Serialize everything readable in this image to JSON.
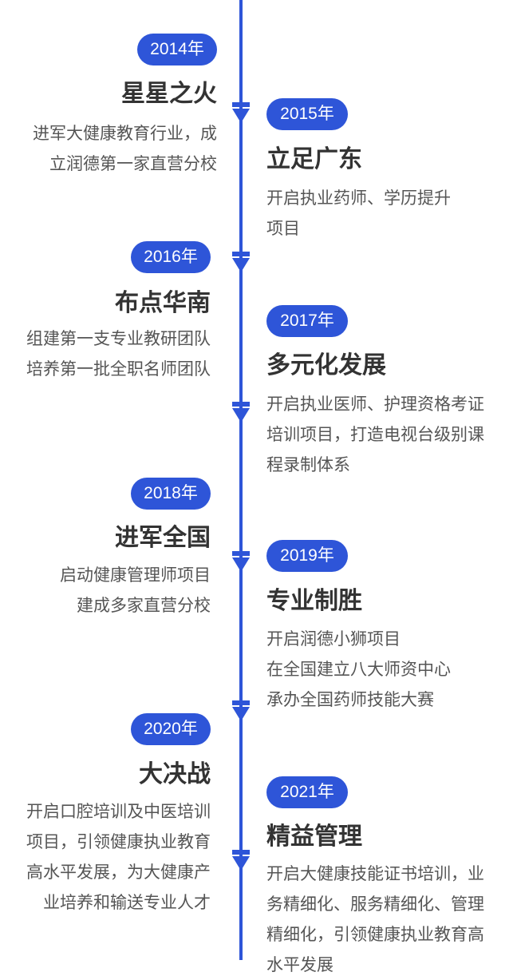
{
  "accent_color": "#2e55d8",
  "events": [
    {
      "year": "2014年",
      "title": "星星之火",
      "lines": [
        "进军大健康教育行业，成",
        "立润德第一家直营分校"
      ]
    },
    {
      "year": "2015年",
      "title": "立足广东",
      "lines": [
        "开启执业药师、学历提升",
        "项目"
      ]
    },
    {
      "year": "2016年",
      "title": "布点华南",
      "lines": [
        "组建第一支专业教研团队",
        "培养第一批全职名师团队"
      ]
    },
    {
      "year": "2017年",
      "title": "多元化发展",
      "lines": [
        "开启执业医师、护理资格考证",
        "培训项目，打造电视台级别课",
        "程录制体系"
      ]
    },
    {
      "year": "2018年",
      "title": "进军全国",
      "lines": [
        "启动健康管理师项目",
        "建成多家直营分校"
      ]
    },
    {
      "year": "2019年",
      "title": "专业制胜",
      "lines": [
        "开启润德小狮项目",
        "在全国建立八大师资中心",
        "承办全国药师技能大赛"
      ]
    },
    {
      "year": "2020年",
      "title": "大决战",
      "lines": [
        "开启口腔培训及中医培训",
        "项目，引领健康执业教育",
        "高水平发展，为大健康产",
        "业培养和输送专业人才"
      ]
    },
    {
      "year": "2021年",
      "title": "精益管理",
      "lines": [
        "开启大健康技能证书培训，业",
        "务精细化、服务精细化、管理",
        "精细化，引领健康执业教育高",
        "水平发展"
      ]
    }
  ]
}
